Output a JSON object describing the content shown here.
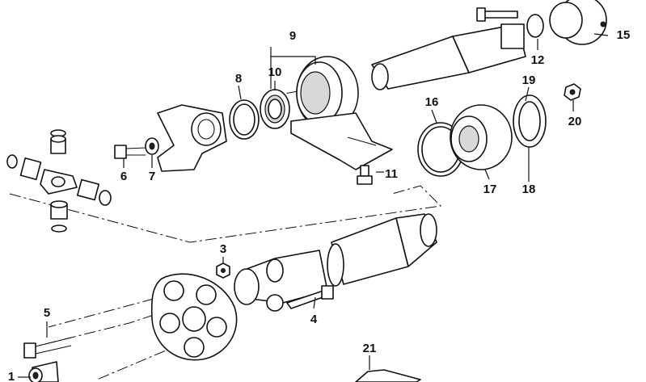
{
  "diagram": {
    "callouts": {
      "c1": "1",
      "c3": "3",
      "c4": "4",
      "c5": "5",
      "c6": "6",
      "c7": "7",
      "c8": "8",
      "c9": "9",
      "c10": "10",
      "c11": "11",
      "c12": "12",
      "c15": "15",
      "c16": "16",
      "c17": "17",
      "c18": "18",
      "c19": "19",
      "c20": "20",
      "c21": "21"
    }
  }
}
